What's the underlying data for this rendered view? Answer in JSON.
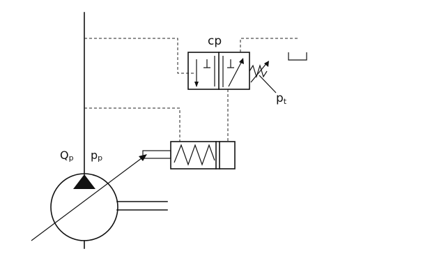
{
  "labels": {
    "cp": "cp",
    "pt_main": "p",
    "pt_sub": "t",
    "qp_main": "Q",
    "qp_sub": "p",
    "pp_main": "p",
    "pp_sub": "p"
  }
}
